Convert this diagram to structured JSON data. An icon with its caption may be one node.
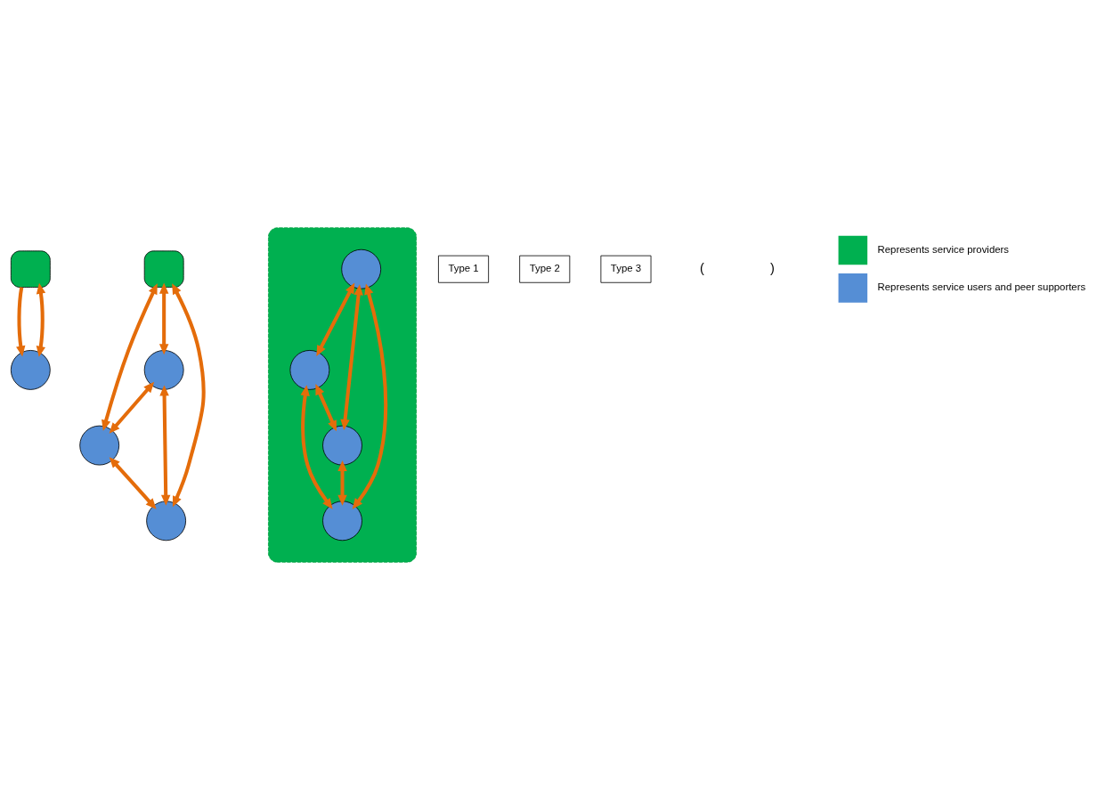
{
  "diagram": {
    "nodes": [
      {
        "text": [],
        "shape": "box"
      },
      {
        "text": [],
        "shape": "circle"
      },
      {
        "text": [],
        "shape": "box"
      },
      {
        "text": [],
        "shape": "circle"
      },
      {
        "text": [],
        "shape": "circle"
      },
      {
        "text": [],
        "shape": "circle"
      },
      {
        "text": [],
        "shape": "box"
      },
      {
        "text": [],
        "shape": "circle",
        "in": 6
      },
      {
        "text": [],
        "shape": "circle",
        "in": 6
      },
      {
        "text": [],
        "shape": "circle",
        "in": 6
      },
      {
        "text": [],
        "shape": "circle",
        "in": 6
      },
      {
        "text": [
          "Type 1"
        ]
      },
      {
        "text": [
          "Type 2"
        ]
      },
      {
        "text": [
          "Type 3"
        ]
      }
    ],
    "edges": [
      {
        "from": 0,
        "to": 1,
        "arrow": "to"
      },
      {
        "from": 1,
        "to": 0,
        "arrow": "both"
      },
      {
        "from": 2,
        "to": 3,
        "arrow": "both"
      },
      {
        "from": 2,
        "to": 4,
        "arrow": "both"
      },
      {
        "from": 2,
        "to": 5,
        "arrow": "both"
      },
      {
        "from": 3,
        "to": 4,
        "arrow": "both"
      },
      {
        "from": 3,
        "to": 5,
        "arrow": "both"
      },
      {
        "from": 4,
        "to": 5,
        "arrow": "both"
      },
      {
        "from": 7,
        "to": 8,
        "arrow": "both"
      },
      {
        "from": 7,
        "to": 9,
        "arrow": "both"
      },
      {
        "from": 8,
        "to": 10,
        "arrow": "both"
      },
      {
        "from": 9,
        "to": 10,
        "arrow": "both"
      },
      {
        "from": 7,
        "to": 10,
        "arrow": "both"
      },
      {
        "from": 8,
        "to": 9,
        "arrow": "both"
      }
    ],
    "labels": [
      "(",
      ")"
    ],
    "legend": [
      {
        "text": "Represents service providers",
        "color": "#00b050"
      },
      {
        "text": "Represents service users and peer supporters",
        "color": "#558ed5"
      }
    ]
  }
}
